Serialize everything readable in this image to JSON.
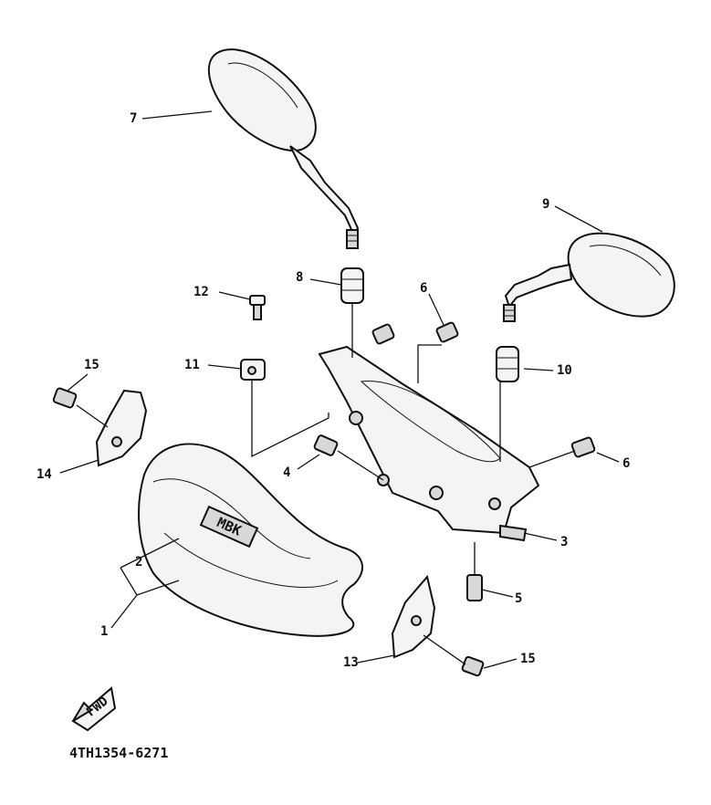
{
  "callouts": {
    "c1": "1",
    "c2": "2",
    "c3": "3",
    "c4": "4",
    "c5": "5",
    "c6a": "6",
    "c6b": "6",
    "c7": "7",
    "c8": "8",
    "c9": "9",
    "c10": "10",
    "c11": "11",
    "c12": "12",
    "c13": "13",
    "c14": "14",
    "c15a": "15",
    "c15b": "15"
  },
  "cover_logo": "MBK",
  "front_arrow_label": "FWD",
  "diagram_code": "4TH1354-6271"
}
